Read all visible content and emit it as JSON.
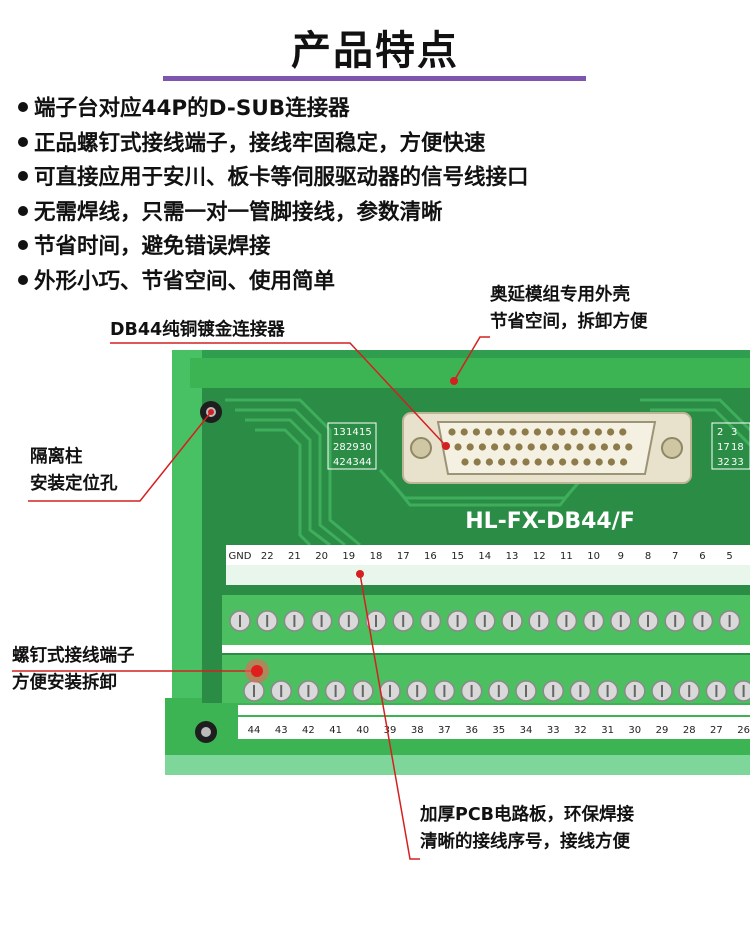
{
  "title": "产品特点",
  "features": [
    "端子台对应44P的D-SUB连接器",
    "正品螺钉式接线端子，接线牢固稳定，方便快速",
    "可直接应用于安川、板卡等伺服驱动器的信号线接口",
    "无需焊线，只需一对一管脚接线，参数清晰",
    "节省时间，避免错误焊接",
    "外形小巧、节省空间、使用简单"
  ],
  "callouts": {
    "connector": "DB44纯铜镀金连接器",
    "housing": [
      "奥延模组专用外壳",
      "节省空间，拆卸方便"
    ],
    "standoff": [
      "隔离柱",
      "安装定位孔"
    ],
    "terminal": [
      "螺钉式接线端子",
      "方便安装拆卸"
    ],
    "pcb": [
      "加厚PCB电路板，环保焊接",
      "清晰的接线序号，接线方便"
    ]
  },
  "board": {
    "model": "HL-FX-DB44/F",
    "top_row_labels": [
      "GND",
      "22",
      "21",
      "20",
      "19",
      "18",
      "17",
      "16",
      "15",
      "14",
      "13",
      "12",
      "11",
      "10",
      "9",
      "8",
      "7",
      "6",
      "5"
    ],
    "bottom_row_labels": [
      "44",
      "43",
      "42",
      "41",
      "40",
      "39",
      "38",
      "37",
      "36",
      "35",
      "34",
      "33",
      "32",
      "31",
      "30",
      "29",
      "28",
      "27",
      "26"
    ],
    "pin_table_left": [
      [
        "13",
        "14",
        "15"
      ],
      [
        "28",
        "29",
        "30"
      ],
      [
        "42",
        "43",
        "44"
      ]
    ],
    "pin_table_right": [
      [
        "2",
        "3"
      ],
      [
        "17",
        "18"
      ],
      [
        "32",
        "33"
      ]
    ]
  },
  "colors": {
    "title_underline": "#7e56b0",
    "housing_green": "#3cb454",
    "pcb_green": "#2f9a4c",
    "callout_red": "#d42020"
  }
}
